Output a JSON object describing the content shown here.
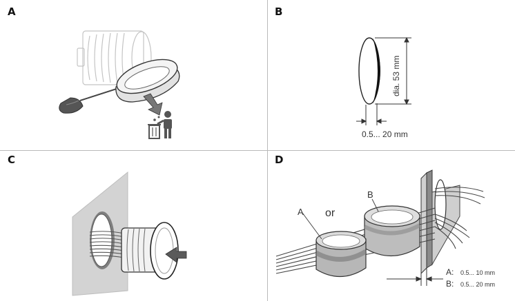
{
  "panels": {
    "a": {
      "label": "A"
    },
    "b": {
      "label": "B",
      "diameter": "dia. 53 mm",
      "thickness": "0.5... 20 mm"
    },
    "c": {
      "label": "C"
    },
    "d": {
      "label": "D",
      "ring_a": "A",
      "ring_b": "B",
      "or_text": "or",
      "spec_a_key": "A:",
      "spec_a_val": "0.5... 10 mm",
      "spec_b_key": "B:",
      "spec_b_val": "0.5... 20 mm"
    }
  },
  "icons": [
    "screwdriver-icon",
    "trash-can-icon",
    "person-icon",
    "arrow-down-icon",
    "arrow-left-icon"
  ]
}
